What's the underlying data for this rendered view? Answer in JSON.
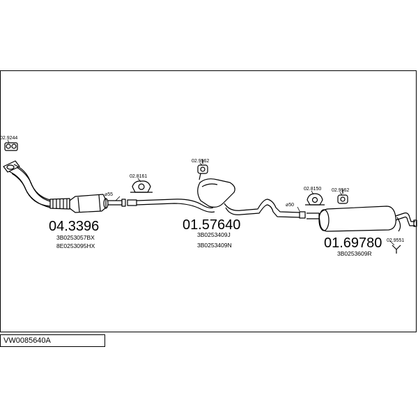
{
  "diagram": {
    "part_number": "VW0085640A",
    "components": [
      {
        "id": "front_pipe",
        "code": "04.3396",
        "oem": [
          "3B0253057BX",
          "8E0253095HX"
        ]
      },
      {
        "id": "middle_silencer",
        "code": "01.57640",
        "oem": [
          "3B0253409J",
          "3B0253409N"
        ]
      },
      {
        "id": "rear_silencer",
        "code": "01.69780",
        "oem": [
          "3B0253609R"
        ]
      }
    ],
    "accessories": {
      "gasket": "02.9244",
      "clamp_55": "02.8161",
      "hanger_mid": "02.9562",
      "clamp_50": "02.8150",
      "hanger_rear": "02.9562",
      "rear_hanger": "02.9551"
    },
    "diameters": {
      "d55": "⌀55",
      "d50": "⌀50"
    }
  }
}
